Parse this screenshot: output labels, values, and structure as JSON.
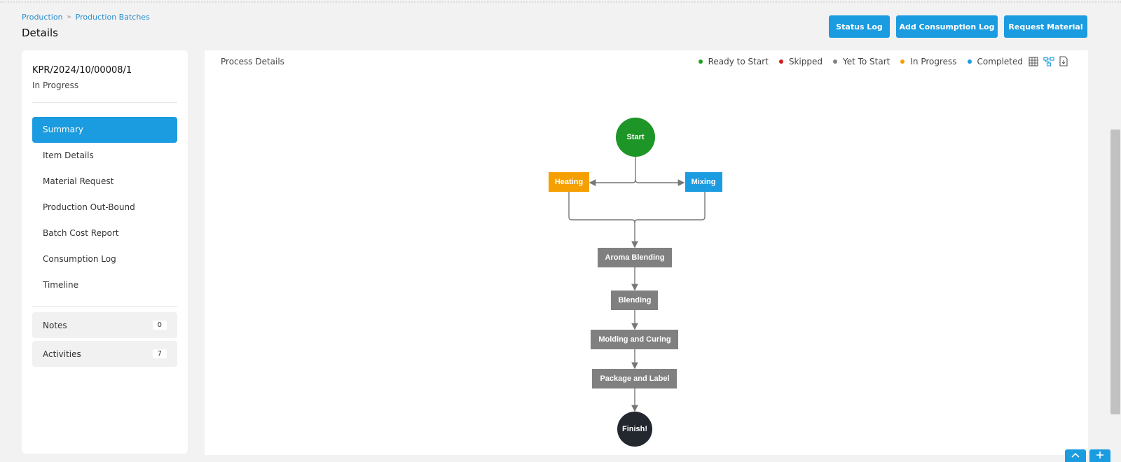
{
  "breadcrumb": {
    "items": [
      "Production",
      "Production Batches"
    ],
    "separator": "»"
  },
  "page": {
    "title": "Details"
  },
  "header_actions": {
    "status_log": "Status Log",
    "add_consumption_log": "Add Consumption Log",
    "request_material": "Request Material"
  },
  "batch": {
    "id": "KPR/2024/10/00008/1",
    "status": "In Progress"
  },
  "sidebar": {
    "items": [
      {
        "label": "Summary",
        "active": true
      },
      {
        "label": "Item Details",
        "active": false
      },
      {
        "label": "Material Request",
        "active": false
      },
      {
        "label": "Production Out-Bound",
        "active": false
      },
      {
        "label": "Batch Cost Report",
        "active": false
      },
      {
        "label": "Consumption Log",
        "active": false
      },
      {
        "label": "Timeline",
        "active": false
      }
    ],
    "notes": {
      "label": "Notes",
      "count": "0"
    },
    "activities": {
      "label": "Activities",
      "count": "7"
    }
  },
  "process": {
    "title": "Process Details",
    "legend": [
      {
        "label": "Ready to Start",
        "color": "#1aa31a"
      },
      {
        "label": "Skipped",
        "color": "#cc1f1f"
      },
      {
        "label": "Yet To Start",
        "color": "#808080"
      },
      {
        "label": "In Progress",
        "color": "#f5a000"
      },
      {
        "label": "Completed",
        "color": "#1b9be0"
      }
    ],
    "view_icons": [
      "grid-view-icon",
      "flow-view-icon",
      "export-file-icon"
    ],
    "nodes": {
      "start": {
        "label": "Start",
        "color": "#1e9627"
      },
      "heating": {
        "label": "Heating",
        "color": "#f5a000"
      },
      "mixing": {
        "label": "Mixing",
        "color": "#1b9be0"
      },
      "aroma_blending": {
        "label": "Aroma Blending",
        "color": "#808080"
      },
      "blending": {
        "label": "Blending",
        "color": "#808080"
      },
      "molding_curing": {
        "label": "Molding and Curing",
        "color": "#808080"
      },
      "package_label": {
        "label": "Package and Label",
        "color": "#808080"
      },
      "finish": {
        "label": "Finish!",
        "color": "#23272e"
      }
    }
  },
  "fabs": [
    "chevron-up-icon",
    "plus-icon"
  ]
}
